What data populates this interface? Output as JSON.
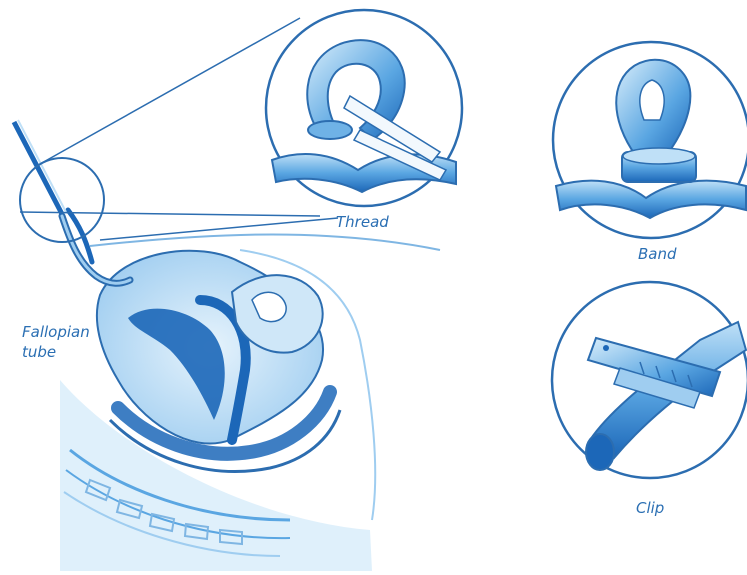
{
  "labels": {
    "thread": "Thread",
    "band": "Band",
    "clip": "Clip",
    "fallopian_line1": "Fallopian",
    "fallopian_line2": "tube"
  },
  "colors": {
    "line": "#2c6db0",
    "fill_light": "#bfe0f7",
    "fill_mid": "#6fb2e6",
    "fill_dark": "#1c67b8",
    "background": "#ffffff"
  }
}
